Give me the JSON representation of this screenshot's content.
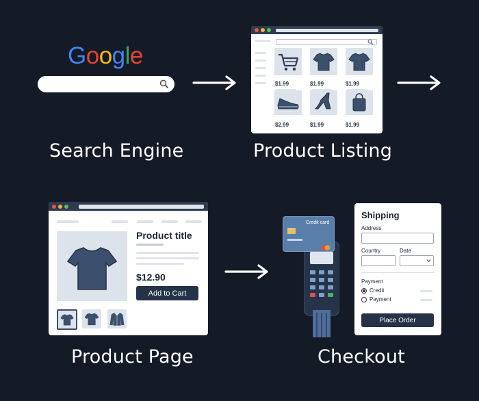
{
  "colors": {
    "background": "#141a26",
    "window_chrome": "#2d3a4f",
    "button": "#253247",
    "google_blue": "#4285F4",
    "google_red": "#EA4335",
    "google_yellow": "#FBBC05",
    "google_green": "#34A853"
  },
  "search_engine": {
    "logo_letters": [
      "G",
      "o",
      "o",
      "g",
      "l",
      "e"
    ],
    "label": "Search Engine",
    "icon": "search-icon"
  },
  "product_listing": {
    "label": "Product Listing",
    "prices": [
      "$1.99",
      "$1.99",
      "$1.99",
      "$2.99",
      "$1.99",
      "$1.99"
    ],
    "icons": [
      "cart-icon",
      "tshirt-icon",
      "tshirt-icon",
      "sneaker-icon",
      "high-heel-icon",
      "bag-icon"
    ]
  },
  "product_page": {
    "label": "Product Page",
    "title": "Product title",
    "price": "$12.90",
    "add_to_cart": "Add to Cart",
    "thumbnails": [
      "tshirt-icon",
      "tshirt-icon",
      "jacket-icon"
    ]
  },
  "checkout": {
    "label": "Checkout",
    "card_label": "Credit card",
    "form": {
      "heading": "Shipping",
      "address": "Address",
      "country": "Country",
      "date": "Date",
      "payment": "Payment",
      "credit": "Credit",
      "payment_option": "Payment",
      "place_order": "Place Order"
    }
  }
}
